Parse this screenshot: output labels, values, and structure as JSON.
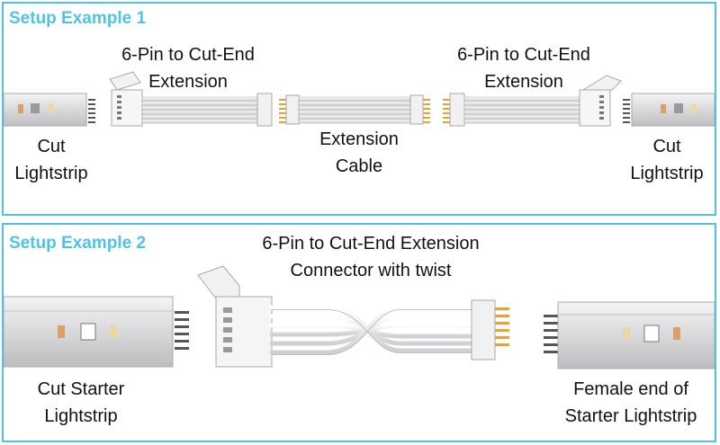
{
  "colors": {
    "border": "#4fc3e0",
    "heading": "#4fc3e0",
    "wire": "#e9e9ea",
    "strip": "#d6d6d8",
    "pin": "#e2a33a"
  },
  "setup1": {
    "heading": "Setup Example 1",
    "left_extension": {
      "line1": "6-Pin to Cut-End",
      "line2": "Extension"
    },
    "right_extension": {
      "line1": "6-Pin to Cut-End",
      "line2": "Extension"
    },
    "cable": {
      "line1": "Extension",
      "line2": "Cable"
    },
    "left_strip": {
      "line1": "Cut",
      "line2": "Lightstrip"
    },
    "right_strip": {
      "line1": "Cut",
      "line2": "Lightstrip"
    }
  },
  "setup2": {
    "heading": "Setup Example 2",
    "connector": {
      "line1": "6-Pin to Cut-End Extension",
      "line2": "Connector with twist"
    },
    "left_strip": {
      "line1": "Cut Starter",
      "line2": "Lightstrip"
    },
    "right_strip": {
      "line1": "Female end of",
      "line2": "Starter Lightstrip"
    }
  }
}
